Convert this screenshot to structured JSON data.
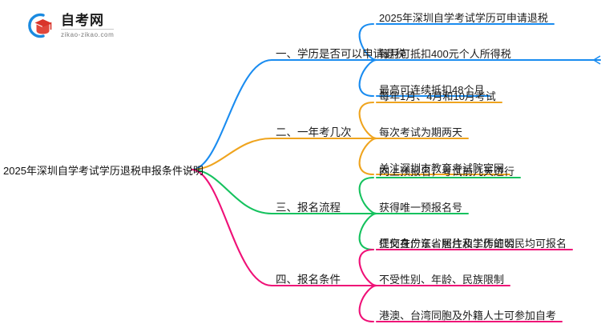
{
  "logo": {
    "name": "zikao-logo",
    "title": "自考网",
    "subtitle": "zikao-zikao.com",
    "arc_color": "#1a8ae0",
    "cap_color": "#d9342b"
  },
  "mindmap": {
    "root": {
      "text": "2025年深圳自学考试学历退税申报条件说明"
    },
    "branches": [
      {
        "label": "一、学历是否可以申请退税",
        "color": "#1a8cf0",
        "children": [
          "2025年深圳自学考试学历可申请退税",
          "每月可抵扣400元个人所得税",
          "最高可连续抵扣48个月"
        ]
      },
      {
        "label": "二、一年考几次",
        "color": "#efa41e",
        "children": [
          "每年1月、4月和10月考试",
          "每次考试为期两天",
          "关注深圳市教育考试院官网"
        ]
      },
      {
        "label": "三、报名流程",
        "color": "#15c25e",
        "children": [
          "网上预报名，考试前几天进行",
          "获得唯一预报名号",
          "提交身份证、照片及学历证明"
        ]
      },
      {
        "label": "四、报名条件",
        "color": "#ef1077",
        "children": [
          "任何在广东省居住和工作的公民均可报名",
          "不受性别、年龄、民族限制",
          "港澳、台湾同胞及外籍人士可参加自考"
        ]
      }
    ]
  }
}
